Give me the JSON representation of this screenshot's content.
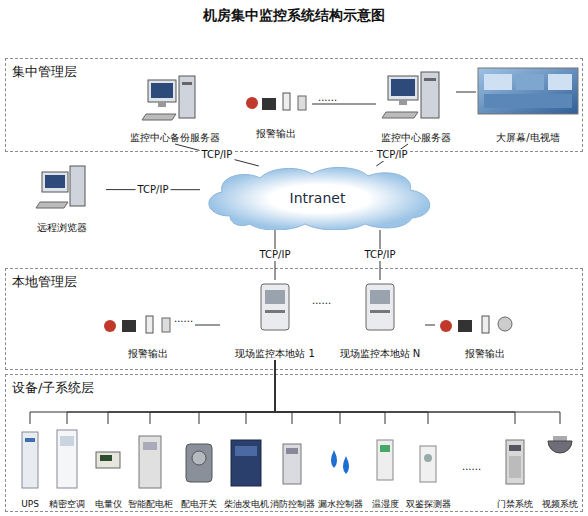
{
  "diagram": {
    "title": "机房集中监控系统结构示意图",
    "nodes": [
      {
        "text": [
          "集中管理层"
        ]
      },
      {
        "text": [
          "监控中心备份服务器"
        ],
        "in": 0
      },
      {
        "text": [
          "报警输出"
        ],
        "in": 0
      },
      {
        "text": [
          "监控中心服务器"
        ],
        "in": 0
      },
      {
        "text": [
          "大屏幕/电视墙"
        ],
        "in": 0
      },
      {
        "text": [
          "Intranet"
        ]
      },
      {
        "text": [
          "远程浏览器"
        ]
      },
      {
        "text": [
          "本地管理层"
        ]
      },
      {
        "text": [
          "报警输出"
        ],
        "in": 7
      },
      {
        "text": [
          "现场监控本地站 1"
        ],
        "in": 7
      },
      {
        "text": [
          "现场监控本地站 N"
        ],
        "in": 7
      },
      {
        "text": [
          "报警输出"
        ],
        "in": 7
      },
      {
        "text": [
          "设备/子系统层"
        ]
      },
      {
        "text": [
          "UPS"
        ],
        "in": 12
      },
      {
        "text": [
          "精密空调"
        ],
        "in": 12
      },
      {
        "text": [
          "电量仪"
        ],
        "in": 12
      },
      {
        "text": [
          "智能配电柜"
        ],
        "in": 12
      },
      {
        "text": [
          "配电开关"
        ],
        "in": 12
      },
      {
        "text": [
          "柴油发电机"
        ],
        "in": 12
      },
      {
        "text": [
          "消防控制器"
        ],
        "in": 12
      },
      {
        "text": [
          "漏水控制器"
        ],
        "in": 12
      },
      {
        "text": [
          "温湿度"
        ],
        "in": 12
      },
      {
        "text": [
          "双鉴探测器"
        ],
        "in": 12
      },
      {
        "text": [
          "门禁系统"
        ],
        "in": 12
      },
      {
        "text": [
          "视频系统"
        ],
        "in": 12
      }
    ],
    "edges": [
      {
        "from": 1,
        "to": 5,
        "label": "TCP/IP",
        "arrow": "none"
      },
      {
        "from": 3,
        "to": 5,
        "label": "TCP/IP",
        "arrow": "none"
      },
      {
        "from": 6,
        "to": 5,
        "label": "TCP/IP",
        "arrow": "none"
      },
      {
        "from": 5,
        "to": 9,
        "label": "TCP/IP",
        "arrow": "none"
      },
      {
        "from": 5,
        "to": 10,
        "label": "TCP/IP",
        "arrow": "none"
      },
      {
        "from": 2,
        "to": 3,
        "arrow": "none"
      },
      {
        "from": 3,
        "to": 4,
        "arrow": "none"
      },
      {
        "from": 8,
        "to": 9,
        "arrow": "none"
      },
      {
        "from": 10,
        "to": 11,
        "arrow": "none"
      },
      {
        "from": 9,
        "to": 13,
        "arrow": "none"
      },
      {
        "from": 9,
        "to": 14,
        "arrow": "none"
      },
      {
        "from": 9,
        "to": 15,
        "arrow": "none"
      },
      {
        "from": 9,
        "to": 16,
        "arrow": "none"
      },
      {
        "from": 9,
        "to": 17,
        "arrow": "none"
      },
      {
        "from": 9,
        "to": 18,
        "arrow": "none"
      },
      {
        "from": 9,
        "to": 19,
        "arrow": "none"
      },
      {
        "from": 9,
        "to": 20,
        "arrow": "none"
      },
      {
        "from": 9,
        "to": 21,
        "arrow": "none"
      },
      {
        "from": 9,
        "to": 22,
        "arrow": "none"
      },
      {
        "from": 9,
        "to": 23,
        "arrow": "none"
      },
      {
        "from": 9,
        "to": 24,
        "arrow": "none"
      }
    ],
    "labels": [
      "......",
      "......",
      "......",
      "......"
    ]
  }
}
